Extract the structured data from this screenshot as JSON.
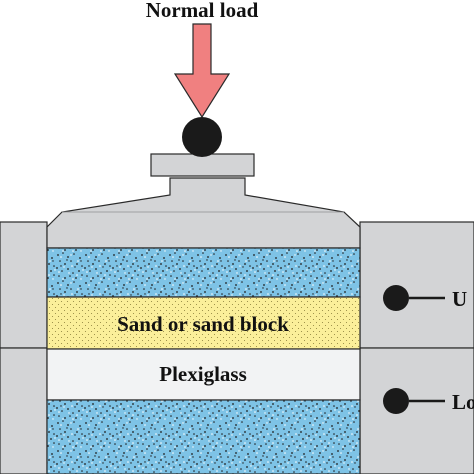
{
  "title": "Normal load",
  "layers": {
    "sand_label": "Sand or sand block",
    "plexiglass_label": "Plexiglass"
  },
  "side_labels": {
    "upper_fragment": "U",
    "lower_fragment": "Lo"
  },
  "colors": {
    "arrow": "#f08080",
    "ball": "#1a1a1a",
    "metal_gray": "#d3d4d6",
    "speckle_fill": "#7ec3e6",
    "sand_fill": "#fbef9a",
    "plexiglass_fill": "#f2f3f4",
    "outline": "#2a2a2a"
  }
}
